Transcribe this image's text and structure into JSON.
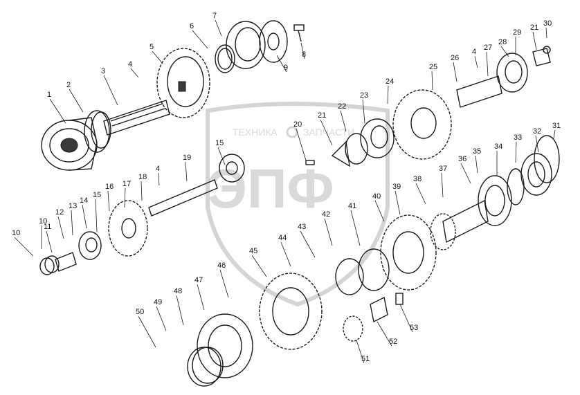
{
  "watermark": {
    "brand_top": "ТЕХНИКА",
    "brand_top_right": "ЗАПЧАСТИ",
    "logo_text": "ЭПФ"
  },
  "callouts": [
    "1",
    "2",
    "3",
    "4",
    "5",
    "6",
    "7",
    "8",
    "9",
    "10",
    "11",
    "12",
    "13",
    "14",
    "15",
    "16",
    "17",
    "18",
    "19",
    "20",
    "21",
    "22",
    "23",
    "24",
    "25",
    "26",
    "27",
    "28",
    "29",
    "30",
    "31",
    "32",
    "33",
    "34",
    "35",
    "36",
    "37",
    "38",
    "39",
    "40",
    "41",
    "42",
    "43",
    "44",
    "45",
    "46",
    "47",
    "48",
    "49",
    "50",
    "51",
    "52",
    "53"
  ],
  "labels": [
    {
      "text": "1"
    },
    {
      "text": "2"
    },
    {
      "text": "3"
    },
    {
      "text": "4"
    },
    {
      "text": "5"
    },
    {
      "text": "6"
    },
    {
      "text": "7"
    },
    {
      "text": "8"
    },
    {
      "text": "9"
    },
    {
      "text": "21"
    },
    {
      "text": "30"
    },
    {
      "text": "29"
    },
    {
      "text": "4"
    },
    {
      "text": "27"
    },
    {
      "text": "28"
    },
    {
      "text": "26"
    },
    {
      "text": "25"
    },
    {
      "text": "24"
    },
    {
      "text": "23"
    },
    {
      "text": "22"
    },
    {
      "text": "21"
    },
    {
      "text": "20"
    },
    {
      "text": "15"
    },
    {
      "text": "4"
    },
    {
      "text": "19"
    },
    {
      "text": "18"
    },
    {
      "text": "17"
    },
    {
      "text": "16"
    },
    {
      "text": "15"
    },
    {
      "text": "14"
    },
    {
      "text": "13"
    },
    {
      "text": "12"
    },
    {
      "text": "11"
    },
    {
      "text": "10"
    },
    {
      "text": "10"
    },
    {
      "text": "31"
    },
    {
      "text": "32"
    },
    {
      "text": "33"
    },
    {
      "text": "34"
    },
    {
      "text": "35"
    },
    {
      "text": "36"
    },
    {
      "text": "37"
    },
    {
      "text": "38"
    },
    {
      "text": "39"
    },
    {
      "text": "40"
    },
    {
      "text": "41"
    },
    {
      "text": "42"
    },
    {
      "text": "43"
    },
    {
      "text": "44"
    },
    {
      "text": "45"
    },
    {
      "text": "46"
    },
    {
      "text": "47"
    },
    {
      "text": "48"
    },
    {
      "text": "49"
    },
    {
      "text": "50"
    },
    {
      "text": "51"
    },
    {
      "text": "52"
    },
    {
      "text": "53"
    }
  ]
}
